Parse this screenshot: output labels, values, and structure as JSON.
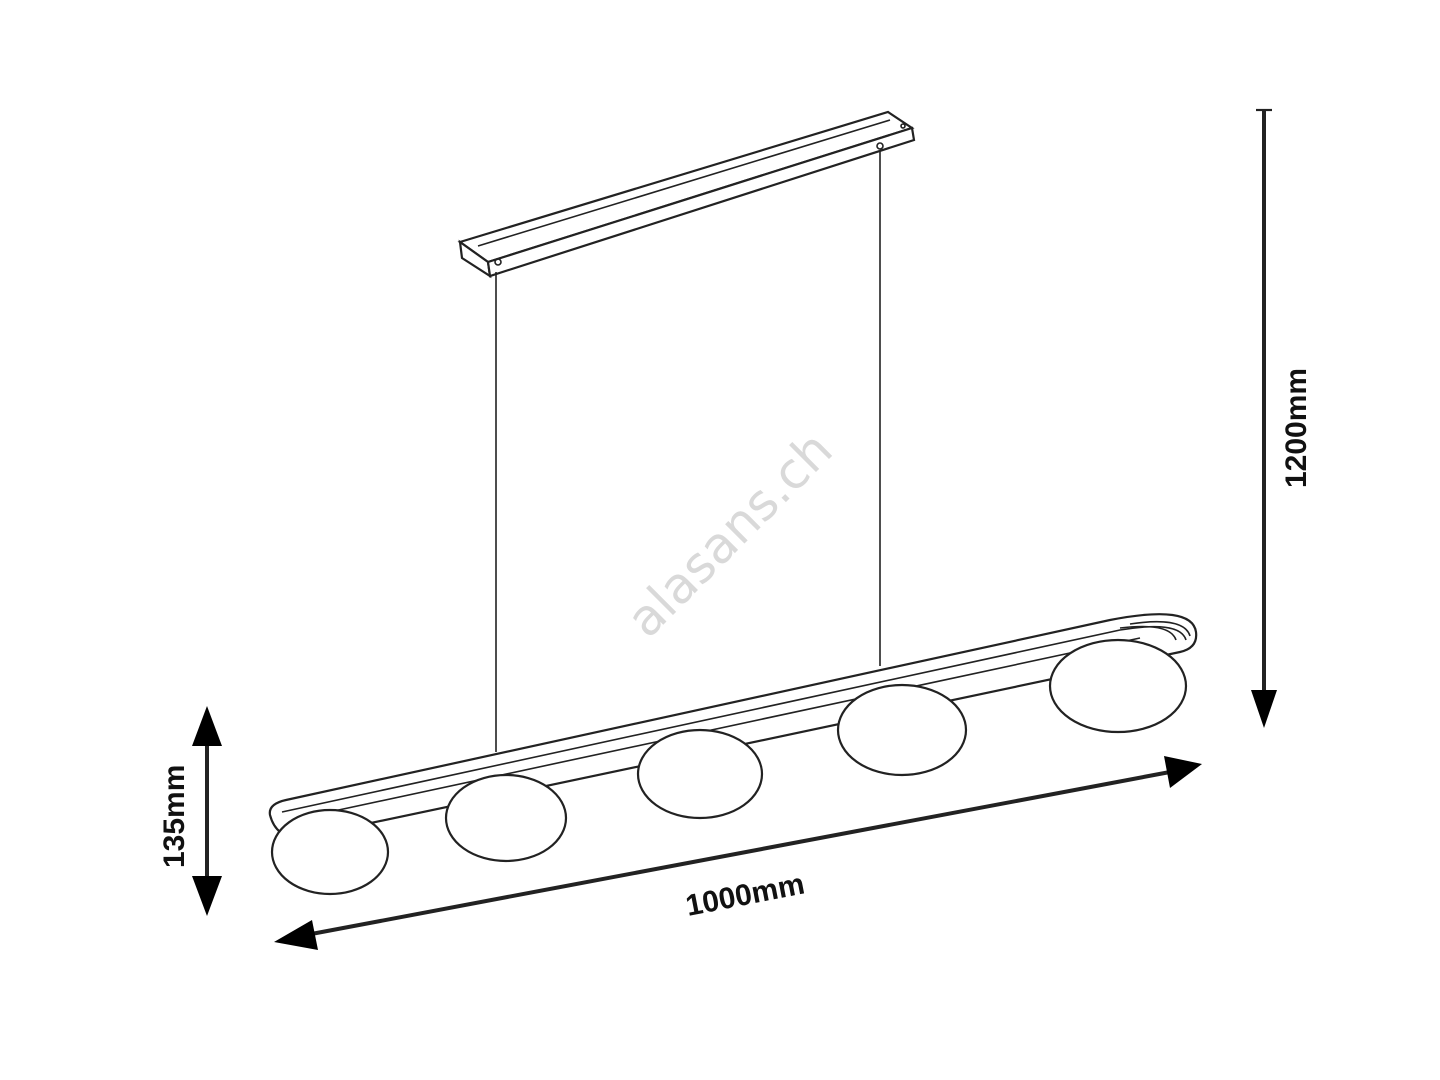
{
  "dimensions": {
    "height_label": "1200mm",
    "width_label": "1000mm",
    "depth_label": "135mm"
  },
  "watermark": {
    "text": "alasans.ch"
  },
  "colors": {
    "line": "#222222",
    "arrow": "#000000",
    "watermark": "#d9d9d9",
    "background": "#ffffff"
  },
  "icons": {
    "height_arrow": "double-arrow-vertical",
    "width_arrow": "double-arrow-diagonal",
    "depth_arrow": "double-arrow-vertical"
  }
}
